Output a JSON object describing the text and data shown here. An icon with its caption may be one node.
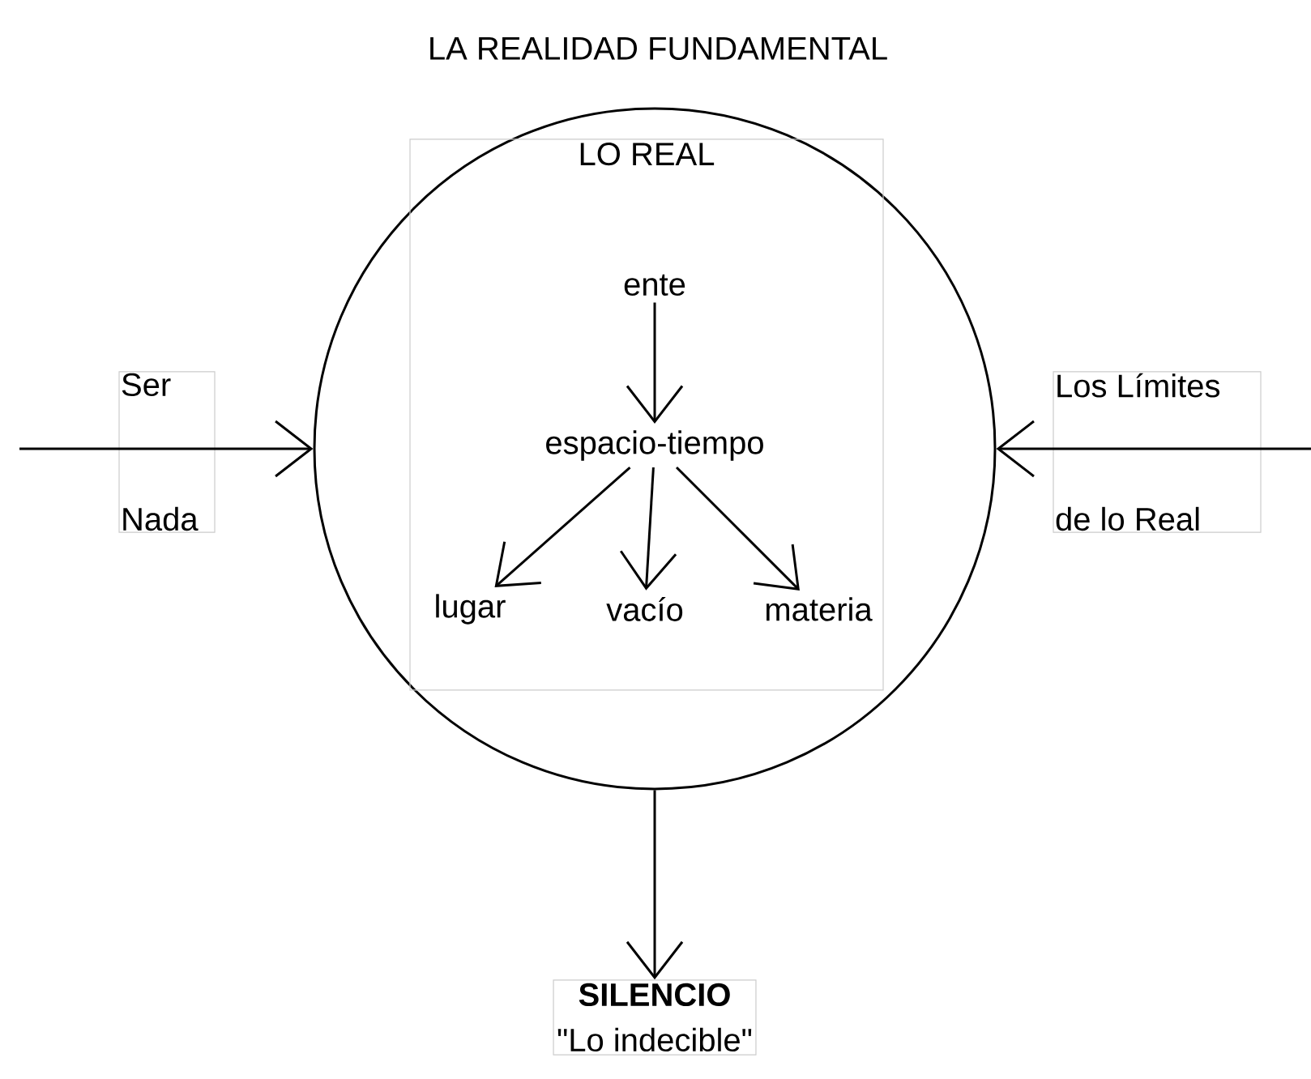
{
  "diagram": {
    "title": "LA REALIDAD FUNDAMENTAL",
    "nodes": [
      {
        "text": [],
        "shape": "circle"
      },
      {
        "text": [
          "LO REAL"
        ],
        "in": 0
      },
      {
        "text": [
          "ente"
        ],
        "in": 1
      },
      {
        "text": [
          "espacio-tiempo"
        ],
        "in": 1
      },
      {
        "text": [
          "lugar"
        ],
        "in": 1
      },
      {
        "text": [
          "vacío"
        ],
        "in": 1
      },
      {
        "text": [
          "materia"
        ],
        "in": 1
      },
      {
        "text": [
          "Ser",
          "Nada"
        ]
      },
      {
        "text": [
          "Los Límites",
          "de lo Real"
        ]
      },
      {
        "text": [
          "SILENCIO",
          "\"Lo indecible\""
        ]
      }
    ],
    "edges": [
      {
        "from": 2,
        "to": 3,
        "arrow": "to"
      },
      {
        "from": 3,
        "to": 4,
        "arrow": "to"
      },
      {
        "from": 3,
        "to": 5,
        "arrow": "to"
      },
      {
        "from": 3,
        "to": 6,
        "arrow": "to"
      },
      {
        "from": null,
        "to": 0,
        "arrow": "to"
      },
      {
        "from": null,
        "to": 0,
        "arrow": "to"
      },
      {
        "from": 0,
        "to": 9,
        "arrow": "to"
      }
    ]
  }
}
